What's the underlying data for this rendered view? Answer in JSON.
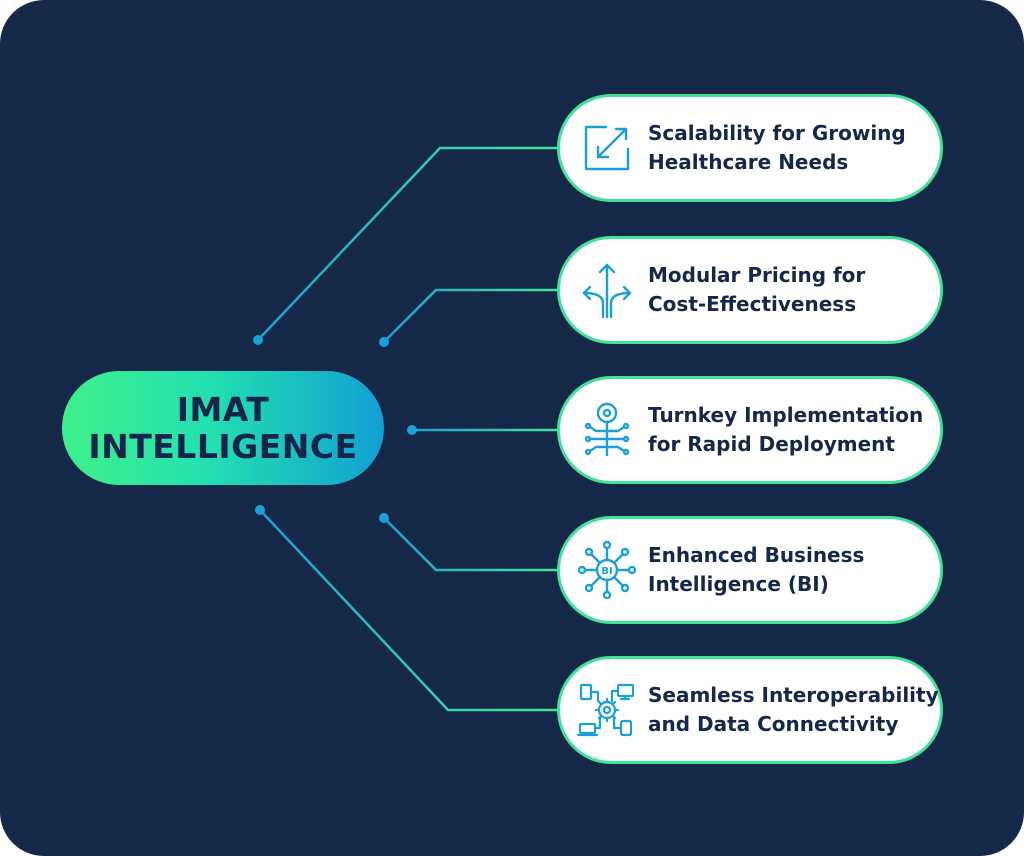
{
  "hub": {
    "line1": "IMAT",
    "line2": "INTELLIGENCE"
  },
  "features": [
    {
      "icon": "resize-arrows-icon",
      "line1": "Scalability for Growing",
      "line2": "Healthcare Needs"
    },
    {
      "icon": "split-arrows-icon",
      "line1": "Modular Pricing for",
      "line2": "Cost-Effectiveness"
    },
    {
      "icon": "key-circuit-icon",
      "line1": "Turnkey Implementation",
      "line2": "for Rapid Deployment"
    },
    {
      "icon": "bi-network-icon",
      "line1": "Enhanced Business",
      "line2": "Intelligence (BI)"
    },
    {
      "icon": "interoperability-gear-icon",
      "line1": "Seamless Interoperability",
      "line2": "and Data Connectivity"
    }
  ],
  "colors": {
    "background": "#152848",
    "accent_green": "#42e29a",
    "accent_blue": "#129fd4",
    "text": "#15284a"
  }
}
